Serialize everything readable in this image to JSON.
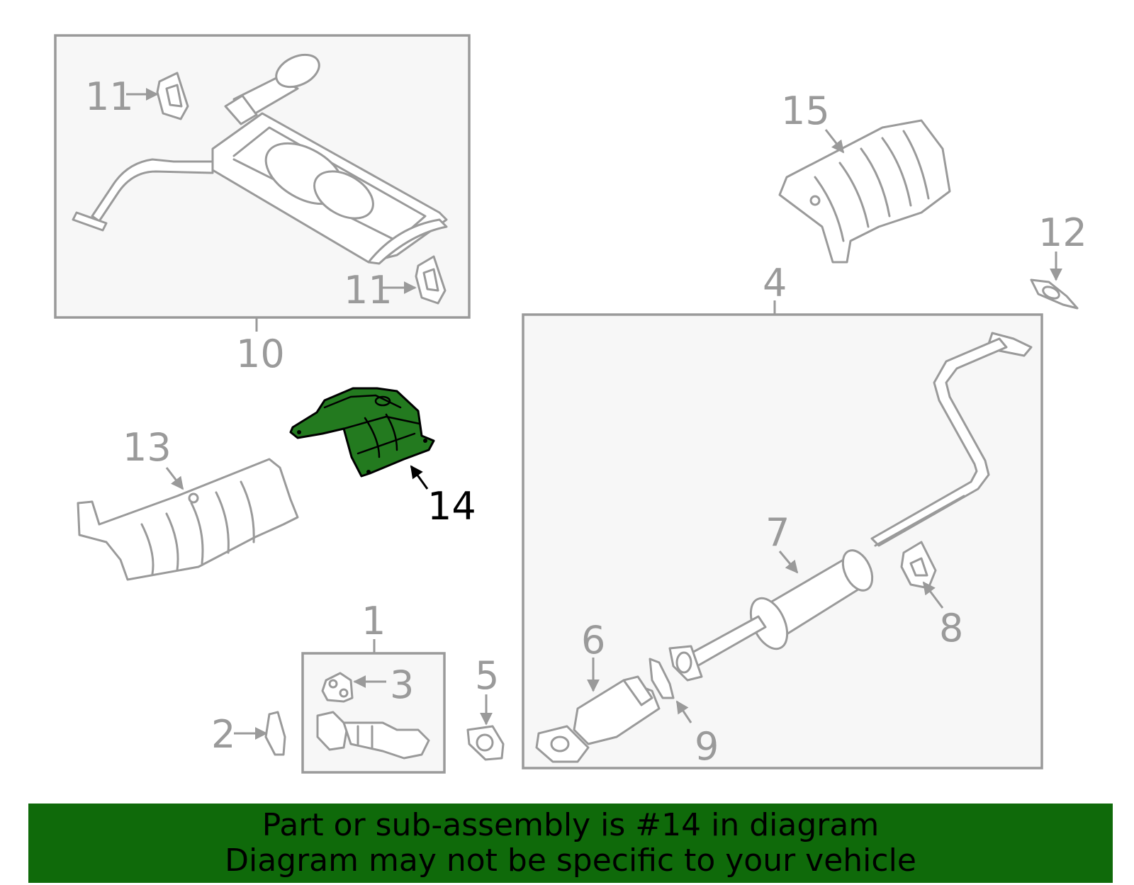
{
  "colors": {
    "outline": "#9a9a9a",
    "highlight_fill": "#237a1f",
    "banner_bg": "#0f6a0a",
    "box_fill": "#f7f7f7"
  },
  "diagram": {
    "callouts": {
      "c1": "1",
      "c2": "2",
      "c3": "3",
      "c4": "4",
      "c5": "5",
      "c6": "6",
      "c7": "7",
      "c8": "8",
      "c9": "9",
      "c10": "10",
      "c11a": "11",
      "c11b": "11",
      "c12": "12",
      "c13": "13",
      "c14": "14",
      "c15": "15"
    },
    "highlighted_part": "14"
  },
  "banner": {
    "line1": "Part or sub-assembly is #14 in diagram",
    "line2": "Diagram may not be specific to your vehicle"
  }
}
